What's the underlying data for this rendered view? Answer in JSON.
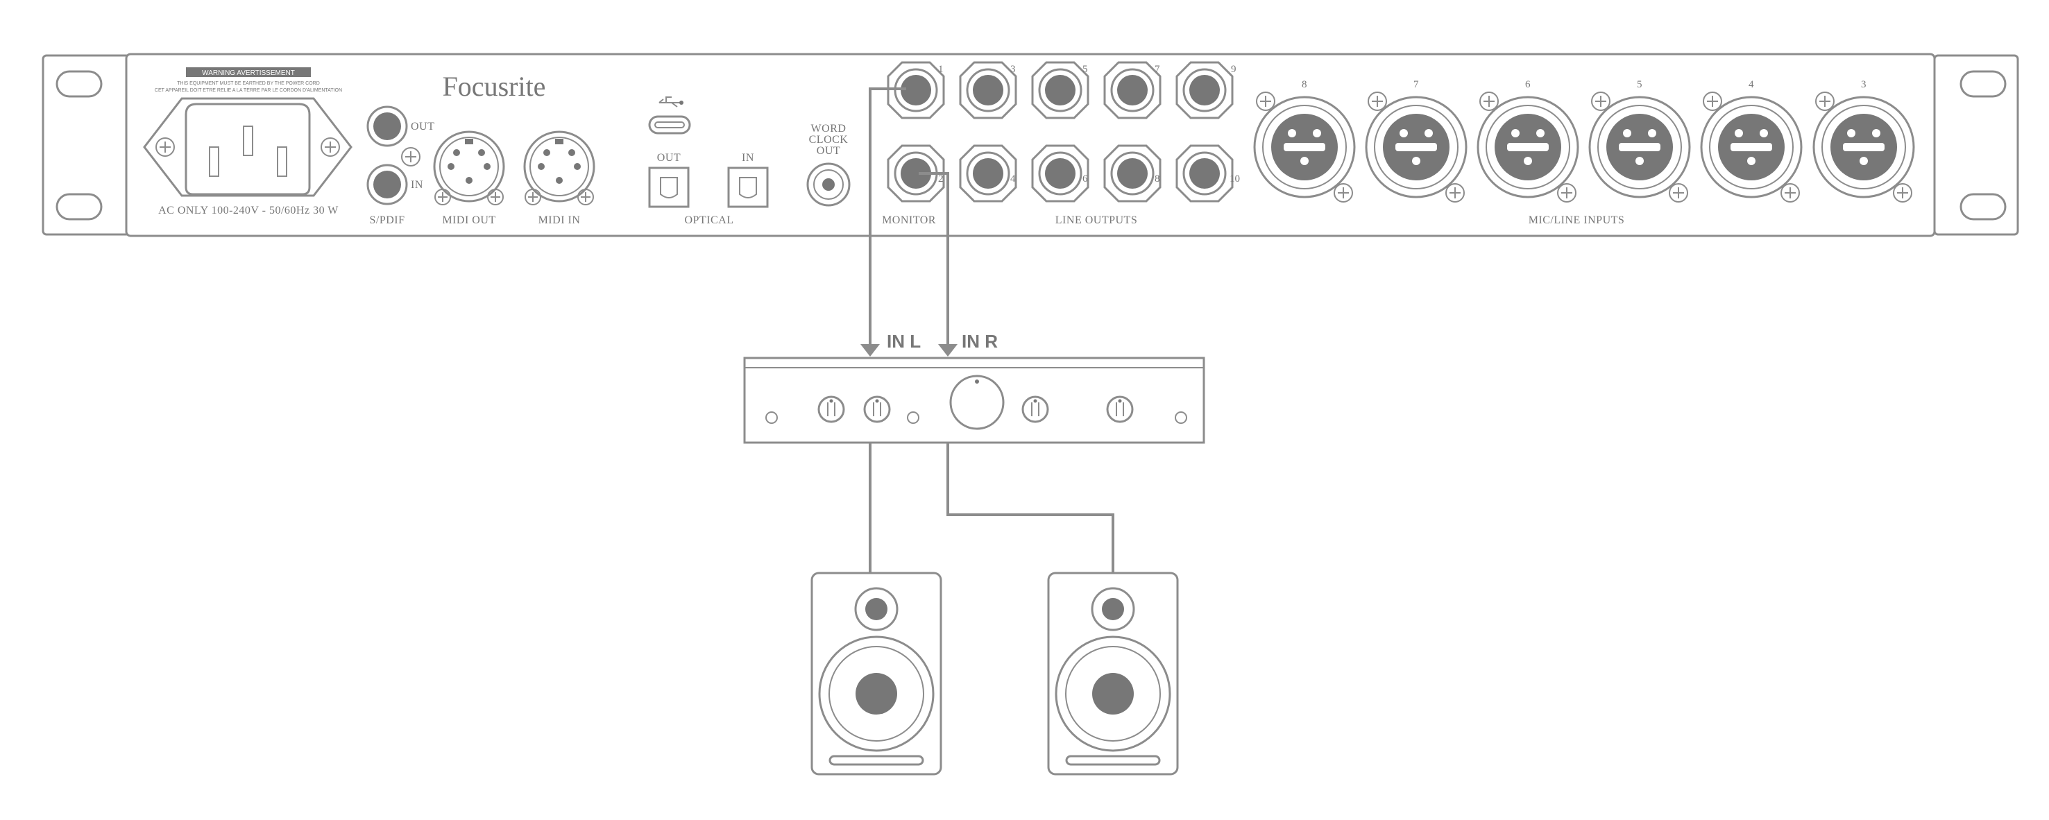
{
  "rear_panel": {
    "brand": "Focusrite",
    "warning_title": "WARNING   AVERTISSEMENT",
    "warning_line1": "THIS EQUIPMENT MUST BE EARTHED BY THE POWER CORD",
    "warning_line2": "CET APPAREIL DOIT ETRE RELIE A LA TERRE PAR LE CORDON D'ALIMENTATION",
    "power_label": "AC ONLY 100-240V - 50/60Hz 30 W",
    "spdif_out_label": "OUT",
    "spdif_in_label": "IN",
    "spdif_label": "S/PDIF",
    "midi_out_label": "MIDI OUT",
    "midi_in_label": "MIDI IN",
    "optical_out_label": "OUT",
    "optical_in_label": "IN",
    "optical_label": "OPTICAL",
    "word_clock_line1": "WORD",
    "word_clock_line2": "CLOCK",
    "word_clock_line3": "OUT",
    "monitor_label": "MONITOR",
    "line_outputs_label": "LINE OUTPUTS",
    "mic_line_inputs_label": "MIC/LINE INPUTS",
    "output_numbers": [
      "1",
      "2",
      "3",
      "4",
      "5",
      "6",
      "7",
      "8",
      "9",
      "10"
    ],
    "input_numbers": [
      "8",
      "7",
      "6",
      "5",
      "4",
      "3"
    ]
  },
  "amplifier": {
    "in_l_label": "IN L",
    "in_r_label": "IN R"
  },
  "colors": {
    "line": "#8c8c8c",
    "fill_dark": "#777777",
    "background": "#ffffff"
  }
}
